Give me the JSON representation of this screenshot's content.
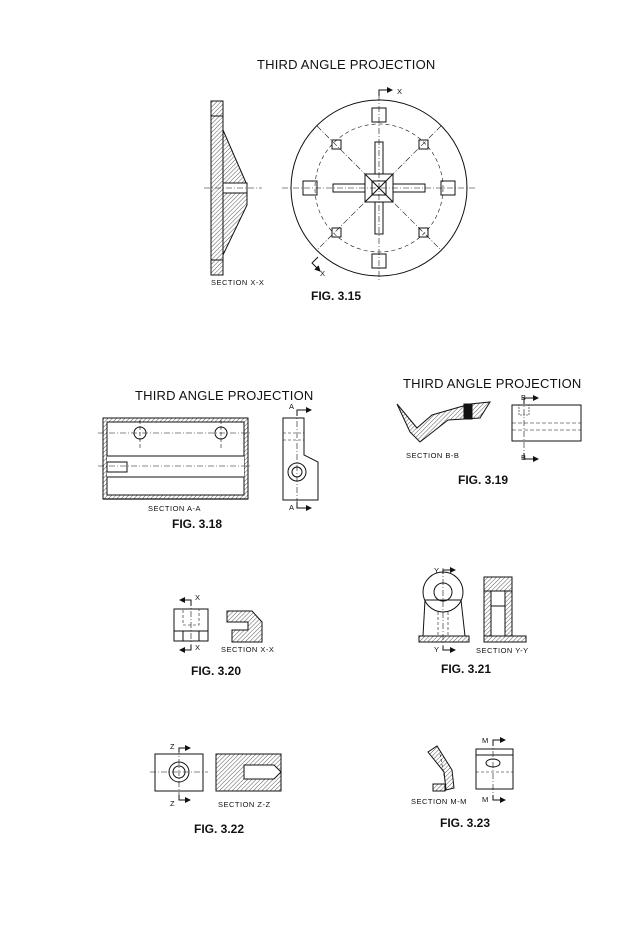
{
  "headings": {
    "h1": "THIRD ANGLE PROJECTION",
    "h2": "THIRD ANGLE PROJECTION",
    "h3": "THIRD ANGLE PROJECTION"
  },
  "figures": {
    "f315": "FIG. 3.15",
    "f318": "FIG. 3.18",
    "f319": "FIG. 3.19",
    "f320": "FIG. 3.20",
    "f321": "FIG. 3.21",
    "f322": "FIG. 3.22",
    "f323": "FIG. 3.23"
  },
  "sections": {
    "s315": "SECTION X-X",
    "s318": "SECTION A-A",
    "s319": "SECTION B-B",
    "s320": "SECTION X-X",
    "s321": "SECTION Y-Y",
    "s322": "SECTION Z-Z",
    "s323": "SECTION M-M"
  },
  "letters": {
    "x": "X",
    "a": "A",
    "b": "B",
    "y": "Y",
    "z": "Z",
    "m": "M"
  },
  "colors": {
    "ink": "#111111",
    "paper": "#ffffff"
  }
}
